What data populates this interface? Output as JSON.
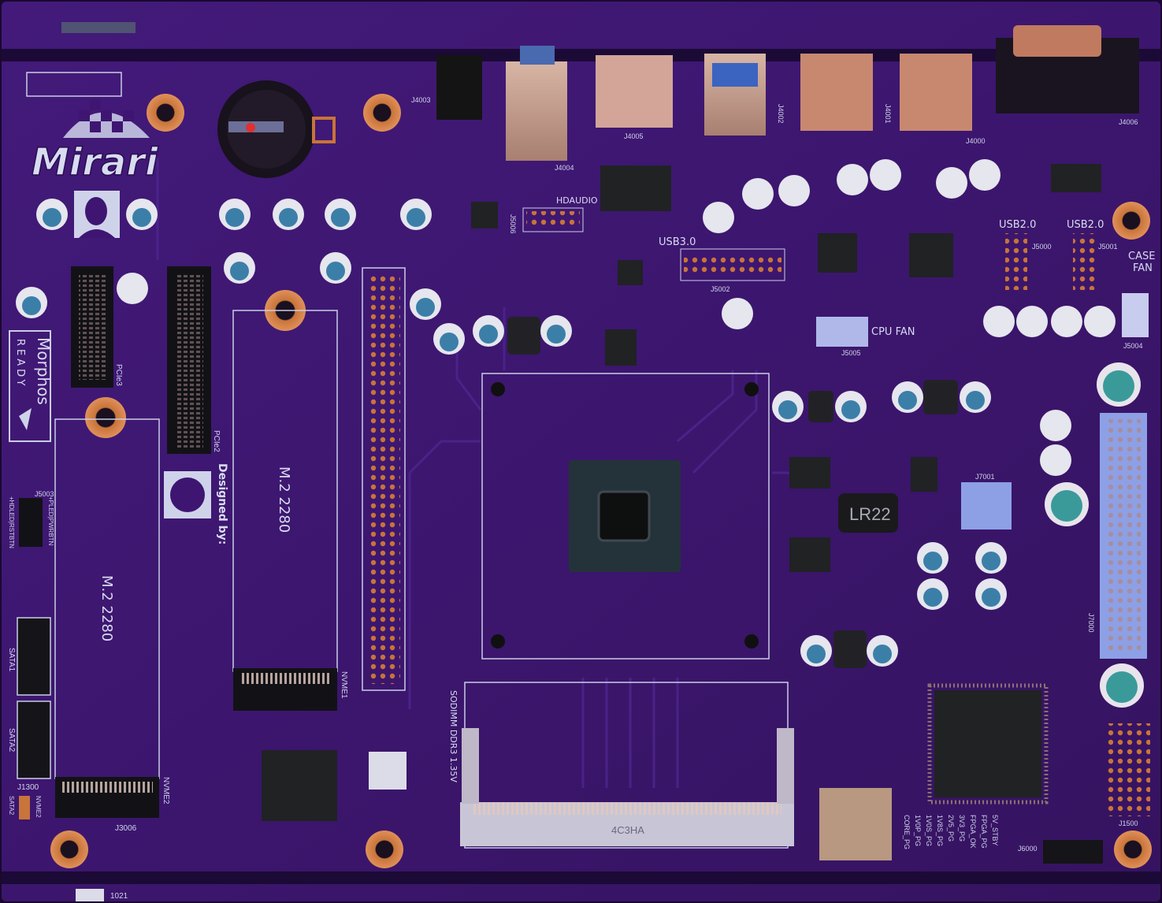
{
  "colors": {
    "board": "#3e1672",
    "board_dark": "#2a0d52",
    "edge": "#1a0830",
    "silkscreen": "#d8dcf0",
    "copper": "#c87a3a",
    "ic": "#202426",
    "cap_body": "#e8e8ee",
    "cap_top": "#3b7fa8",
    "connector_blue": "#8da0e6"
  },
  "board": {
    "logo_text": "Mirari",
    "badge_line1": "Morphos",
    "badge_line2": "READY",
    "designed_by": "Designed by:",
    "board_number": "1021",
    "labels": {
      "hdaudio": "HDAUDIO",
      "usb30": "USB3.0",
      "usb20_a": "USB2.0",
      "usb20_b": "USB2.0",
      "case_fan_1": "CASE",
      "case_fan_2": "FAN",
      "cpu_fan": "CPU FAN",
      "m2_a": "M.2 2280",
      "m2_b": "M.2 2280",
      "sodimm": "SODIMM DDR3 1.35V",
      "sodimm_code": "4C3HA",
      "inductor": "LR22",
      "sata1": "SATA1",
      "sata2": "SATA2",
      "pcie2": "PCIe2",
      "pcie3": "PCIe3",
      "nvme1": "NVME1",
      "nvme2": "NVME2",
      "j4003": "J4003",
      "j4004": "J4004",
      "j4005": "J4005",
      "j4002": "J4002",
      "j4001": "J4001",
      "j4000": "J4000",
      "j4006": "J4006",
      "j5002": "J5002",
      "j5000": "J5000",
      "j5001": "J5001",
      "j5004": "J5004",
      "j5005": "J5005",
      "j5006": "J5006",
      "j5003": "J5003",
      "j7000": "J7000",
      "j7001": "J7001",
      "j1500": "J1500",
      "j1300": "J1300",
      "j3006": "J3006",
      "j6000": "J6000",
      "pins_left": "+HDLED|RSTBTN",
      "pins_right": "+PLED|PWRBTN",
      "sata2_pin": "SATA2",
      "nvme2_pin": "NVME2",
      "fpga_status": [
        "CORE_PG",
        "1V0P_PG",
        "1V0S_PG",
        "1V8S_PG",
        "2V5_PG",
        "3V3_PG",
        "FPGA_OK",
        "FPGA_PG",
        "5V_STBY"
      ]
    }
  }
}
